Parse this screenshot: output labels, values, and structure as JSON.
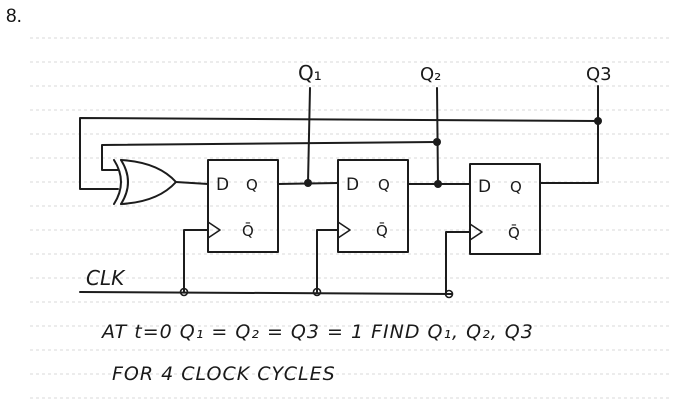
{
  "problem_number": "8.",
  "outputs": {
    "q1": "Q₁",
    "q2": "Q₂",
    "q3": "Q3"
  },
  "flip_flops": [
    {
      "d": "D",
      "q": "Q",
      "qbar": "Q̄"
    },
    {
      "d": "D",
      "q": "Q",
      "qbar": "Q̄"
    },
    {
      "d": "D",
      "q": "Q",
      "qbar": "Q̄"
    }
  ],
  "clock_label": "CLK",
  "statement": {
    "line1": "AT t=0  Q₁ = Q₂ = Q3 = 1    FIND Q₁, Q₂, Q3",
    "line2": "FOR 4 CLOCK CYCLES"
  }
}
